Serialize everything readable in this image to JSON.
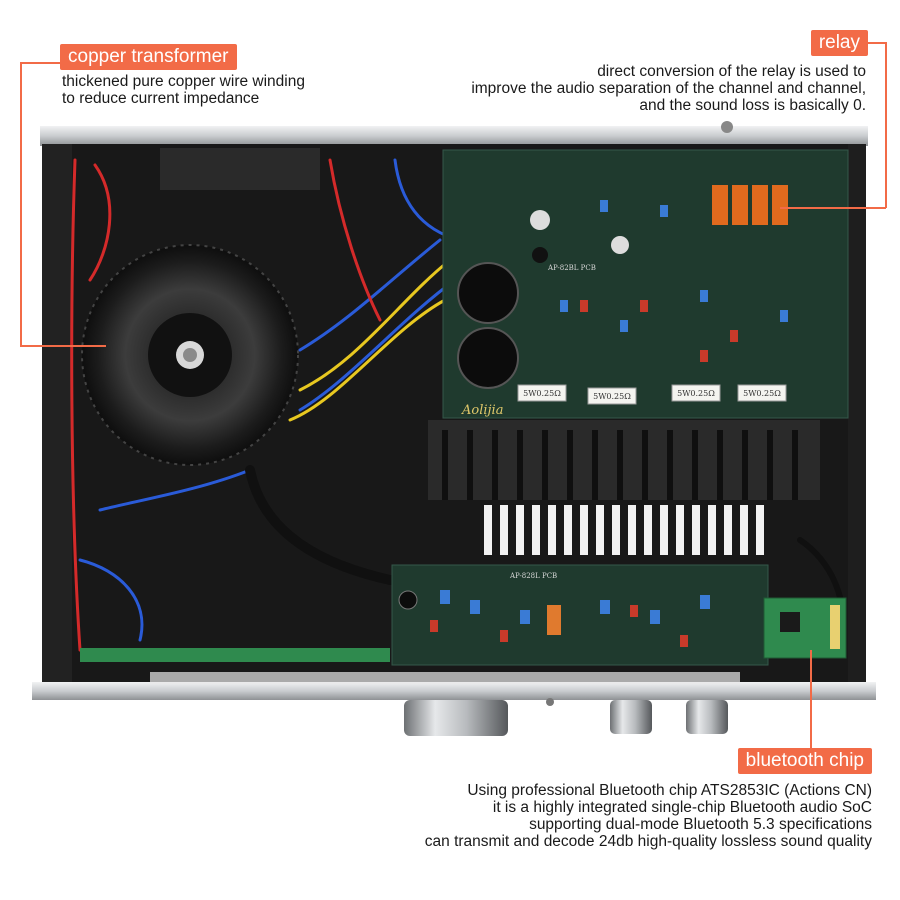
{
  "colors": {
    "accent": "#f26b47",
    "chassis": "#181818",
    "silver": "#cfd2d4",
    "pcb": "#1f3a2e",
    "heatsink": "#2a2a2a"
  },
  "callouts": {
    "transformer": {
      "tag": "copper transformer",
      "lines": [
        "thickened pure copper wire winding",
        "to reduce current impedance"
      ]
    },
    "relay": {
      "tag": "relay",
      "lines": [
        "direct conversion of the relay is used to",
        "improve the audio separation of the channel and channel,",
        "and the sound loss is basically 0."
      ]
    },
    "bluetooth": {
      "tag": "bluetooth chip",
      "lines": [
        "Using professional Bluetooth chip ATS2853IC (Actions CN)",
        "it is a highly integrated single-chip Bluetooth audio SoC",
        "supporting dual-mode Bluetooth 5.3 specifications",
        "can transmit and decode 24db high-quality lossless sound quality"
      ]
    }
  },
  "board_labels": {
    "brand": "Aolijia",
    "amp_board": "AP-82BL PCB",
    "preamp_board": "AP-828L PCB",
    "resistors": [
      "5W0.25Ω",
      "5W0.25Ω",
      "5W0.25Ω",
      "5W0.25Ω"
    ]
  }
}
